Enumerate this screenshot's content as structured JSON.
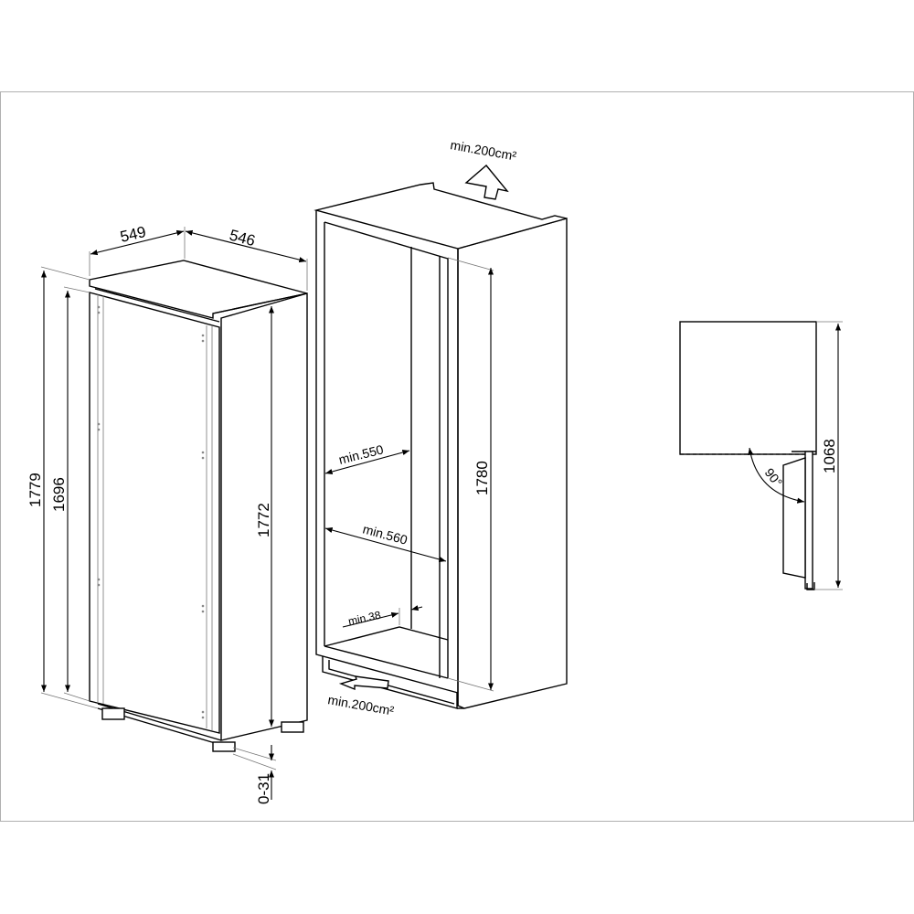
{
  "diagram": {
    "appliance": {
      "width": "549",
      "depth": "546",
      "total_height": "1779",
      "door_height": "1696",
      "body_height": "1772",
      "feet_adjust": "0-31"
    },
    "niche": {
      "top_ventilation": "min.200cm²",
      "bottom_ventilation": "min.200cm²",
      "height": "1780",
      "depth": "min.550",
      "width": "min.560",
      "wall_thickness": "min.38"
    },
    "side_view": {
      "height": "1068",
      "door_angle": "90°"
    },
    "colors": {
      "line": "#000000",
      "frame": "#b0b0b0"
    }
  }
}
